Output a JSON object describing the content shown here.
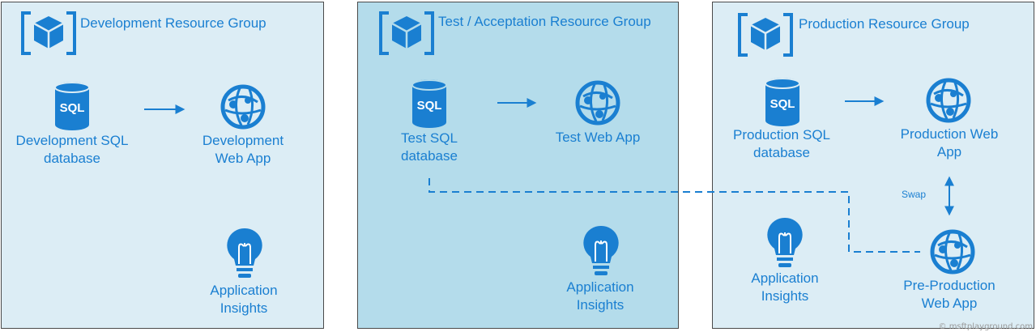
{
  "colors": {
    "accent": "#1a7fd1",
    "pale_fill": "#dcedf5",
    "mid_fill": "#b4dceb",
    "border": "#4a4a4a",
    "text": "#1a7fd1"
  },
  "groups": [
    {
      "id": "development",
      "title": "Development Resource Group",
      "sql_badge": "SQL",
      "sql_label": "Development SQL\ndatabase",
      "web_label": "Development\nWeb App",
      "insights_label": "Application\nInsights"
    },
    {
      "id": "test",
      "title": "Test / Acceptation Resource Group",
      "sql_badge": "SQL",
      "sql_label": "Test SQL\ndatabase",
      "web_label": "Test Web App",
      "insights_label": "Application\nInsights"
    },
    {
      "id": "production",
      "title": "Production Resource Group",
      "sql_badge": "SQL",
      "sql_label": "Production SQL\ndatabase",
      "web_label": "Production Web\nApp",
      "insights_label": "Application\nInsights",
      "preprod_label": "Pre-Production\nWeb App",
      "swap_label": "Swap"
    }
  ],
  "copyright": "© msftplayground.com"
}
